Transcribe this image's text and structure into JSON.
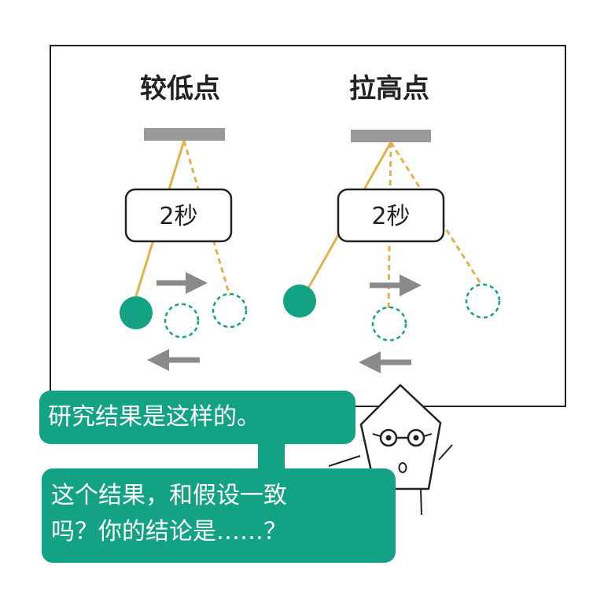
{
  "diagram": {
    "left_panel": {
      "title": "较低点",
      "time_label": "2秒"
    },
    "right_panel": {
      "title": "拉高点",
      "time_label": "2秒"
    }
  },
  "speech": {
    "line1": "研究结果是这样的。",
    "line2a": "这个结果，和假设一致",
    "line2b": "吗？你的结论是……？"
  },
  "colors": {
    "accent_green": "#13a284",
    "string_gold": "#e2b24a",
    "bar_gray": "#999999",
    "arrow_gray": "#8a8a8a"
  }
}
